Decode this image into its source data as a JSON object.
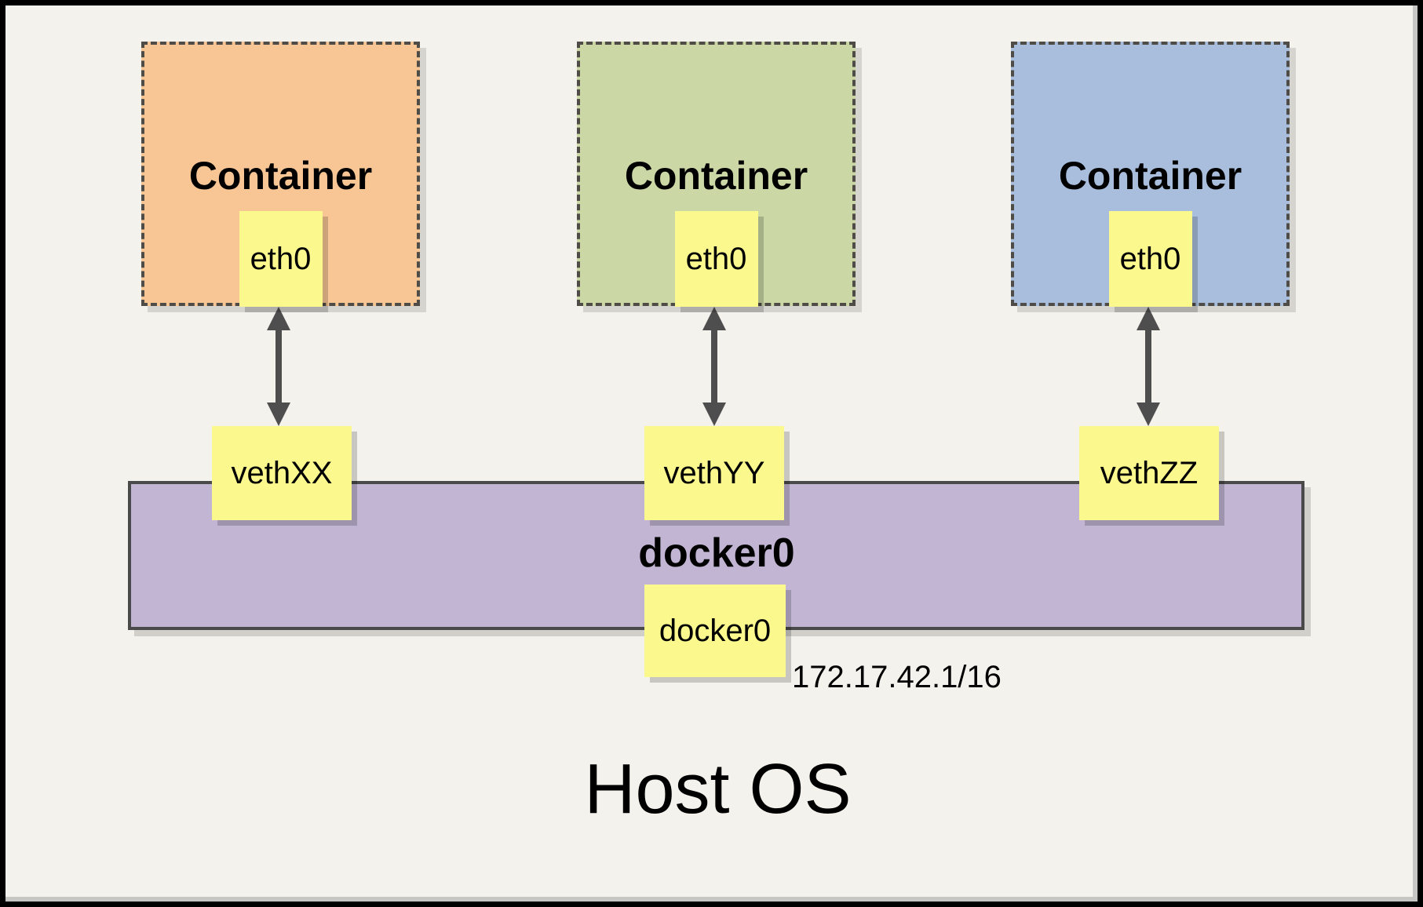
{
  "host_label": "Host OS",
  "containers": [
    {
      "label": "Container",
      "interface": "eth0",
      "veth": "vethXX",
      "fill": "#F8C695"
    },
    {
      "label": "Container",
      "interface": "eth0",
      "veth": "vethYY",
      "fill": "#CBD7A4"
    },
    {
      "label": "Container",
      "interface": "eth0",
      "veth": "vethZZ",
      "fill": "#A9BEDD"
    }
  ],
  "bridge": {
    "label": "docker0",
    "interface": "docker0",
    "ip": "172.17.42.1/16",
    "fill": "#C2B5D4"
  },
  "colors": {
    "background": "#F4F2EC",
    "frame_border": "#000000",
    "interface_box": "#FBF88E",
    "dashed_border": "#4F4B47",
    "arrow": "#4E4E4E"
  }
}
